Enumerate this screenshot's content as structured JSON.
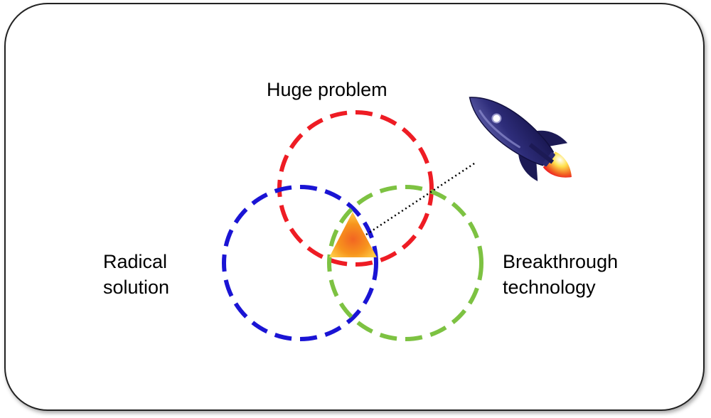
{
  "labels": {
    "huge_problem": "Huge problem",
    "radical_line1": "Radical",
    "radical_line2": "solution",
    "breakthrough_line1": "Breakthrough",
    "breakthrough_line2": "technology"
  },
  "colors": {
    "problem_circle": "#ee1c24",
    "solution_circle": "#1a14d4",
    "technology_circle": "#7dc242",
    "frame_border": "#222222",
    "rocket_body": "#262262",
    "triangle_core": "#f7941d"
  },
  "icons": {
    "rocket": "rocket-icon",
    "triangle": "sweet-spot-triangle-icon"
  }
}
